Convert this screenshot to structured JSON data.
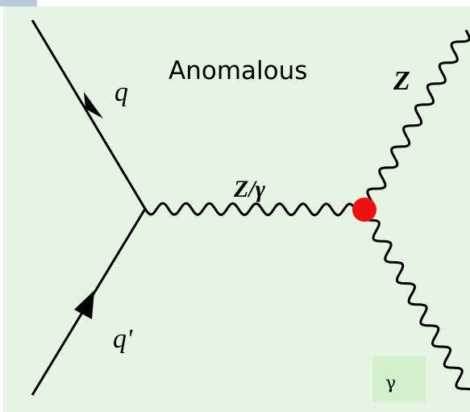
{
  "diagram": {
    "title_label": "Anomalous",
    "quark_in_label": "q",
    "quark_in_prime_label": "q'",
    "propagator_label": "Z/γ",
    "out_z_label": "Z",
    "out_photon_label": "γ",
    "vertex_color": "#ee1111",
    "background_color": "#e6f5e3",
    "line_color": "#000000"
  }
}
